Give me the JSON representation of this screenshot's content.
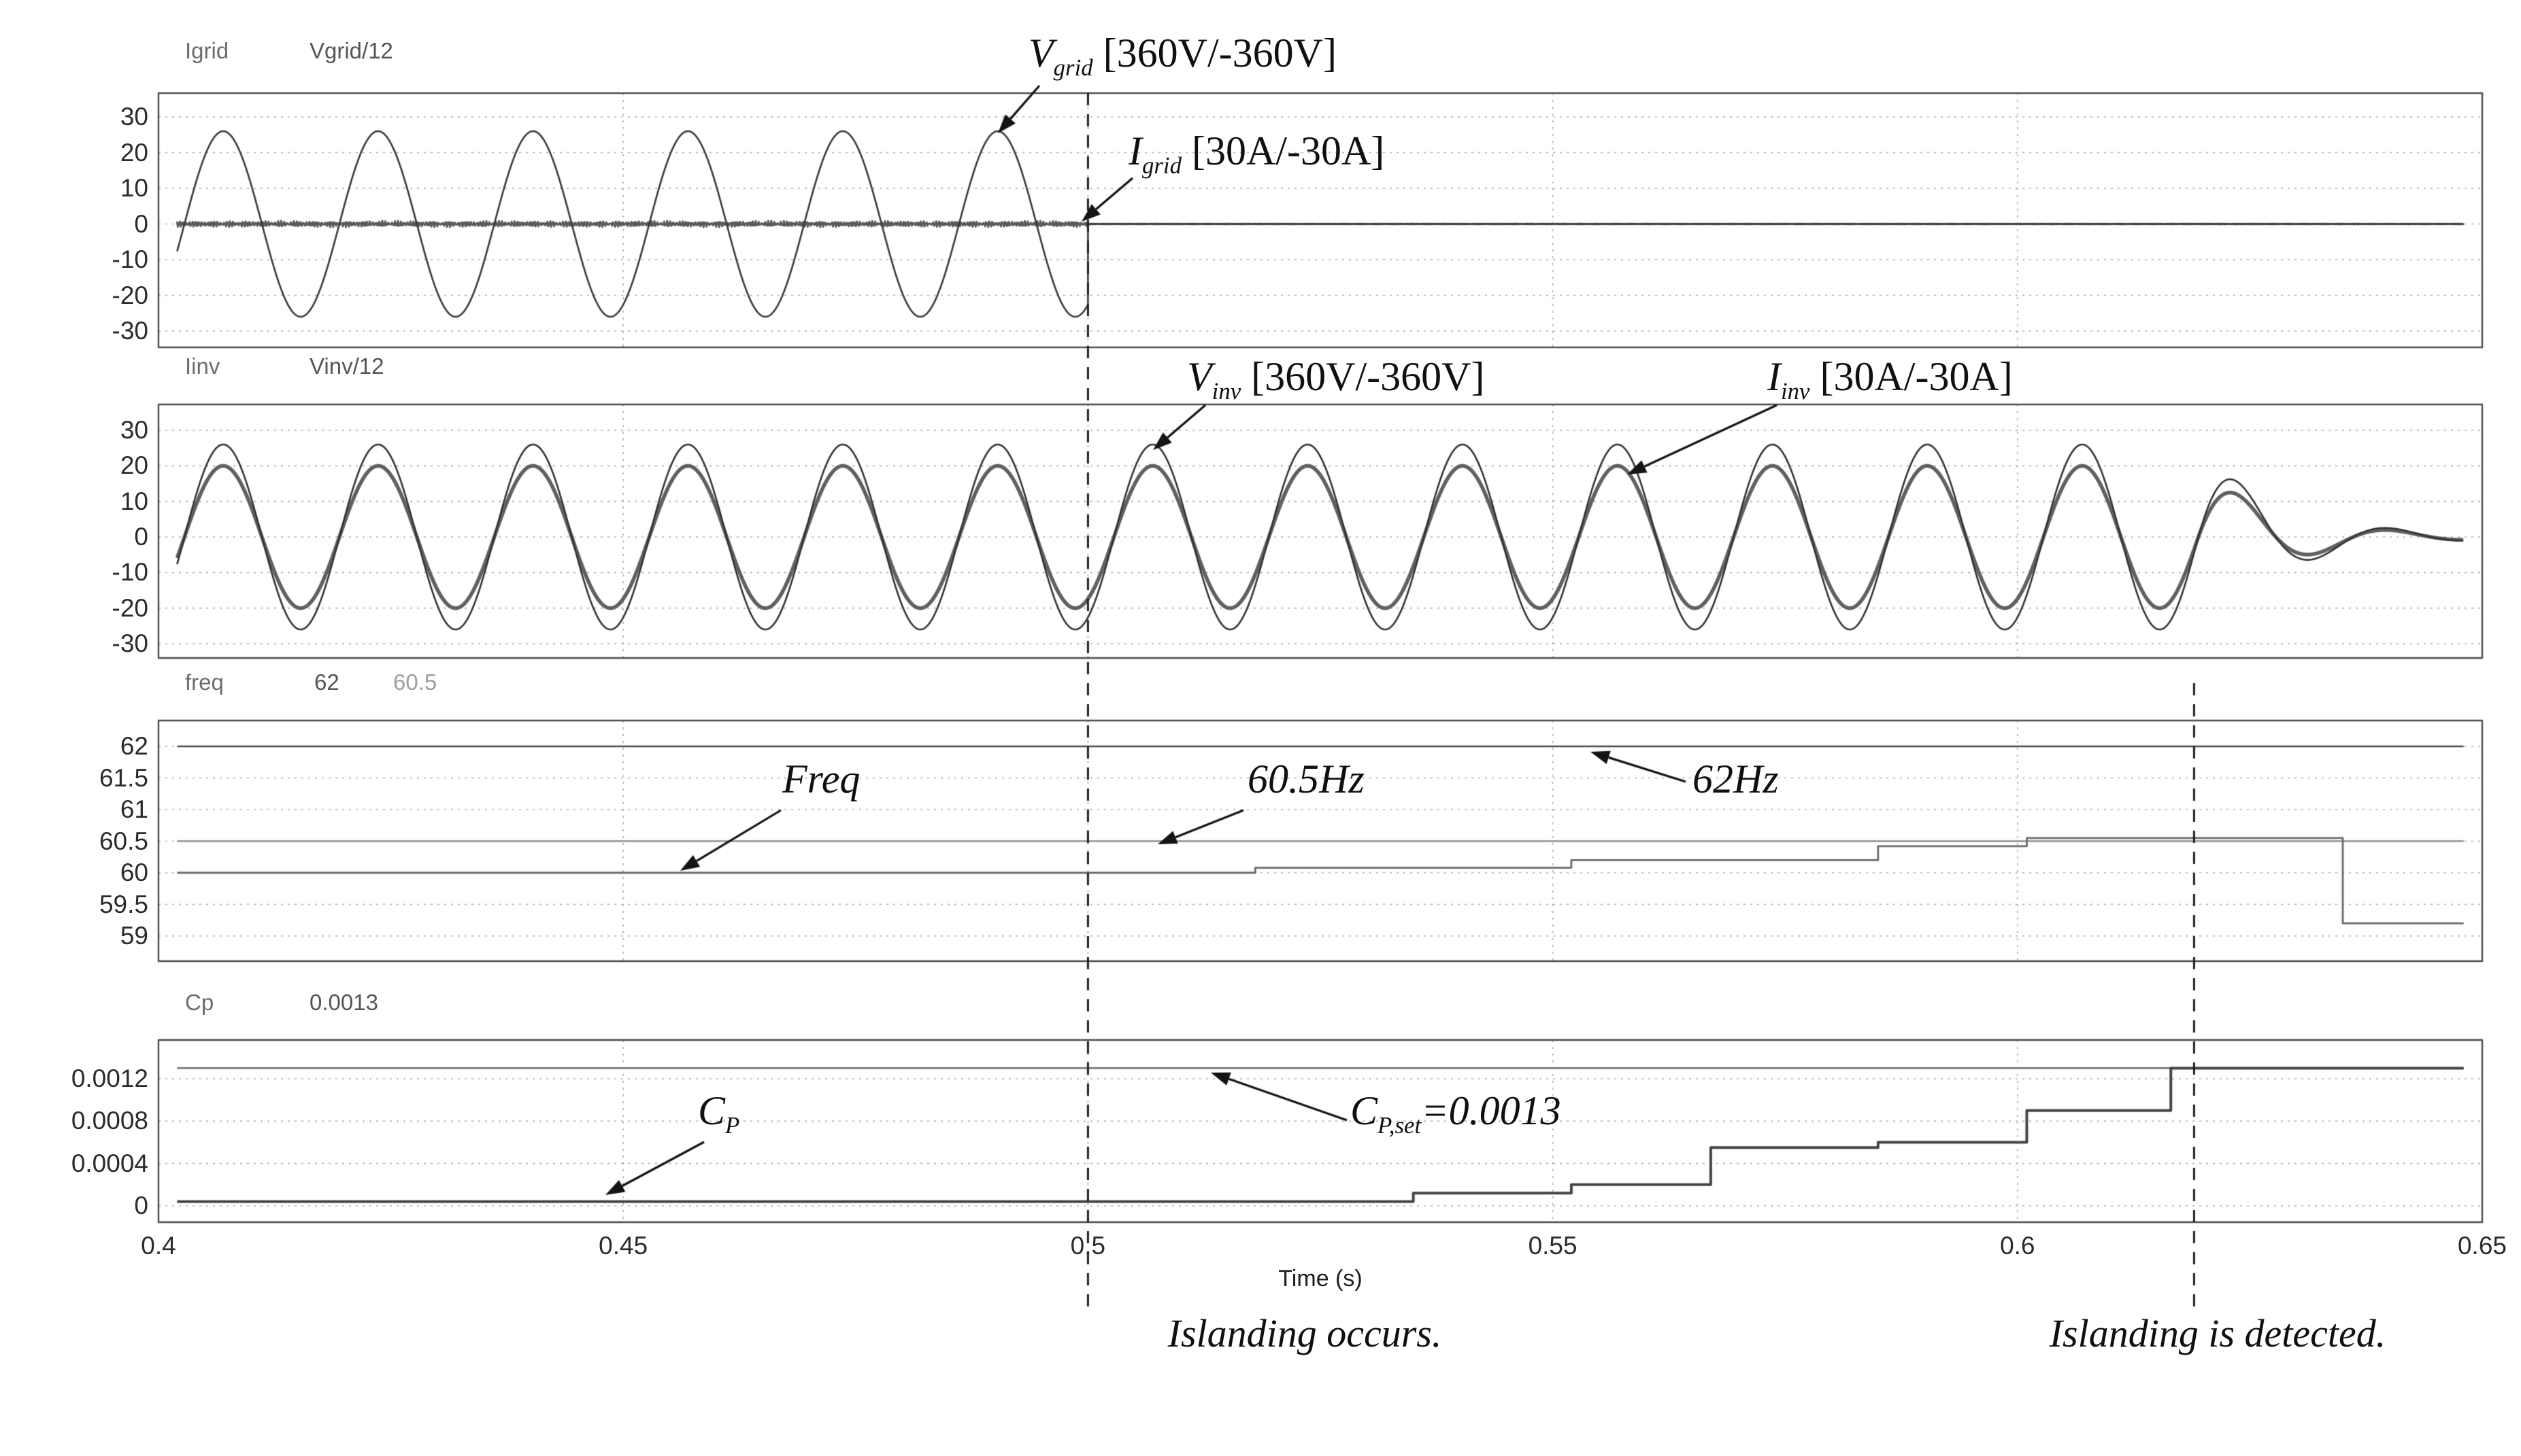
{
  "figure": {
    "x_axis_title": "Time (s)",
    "x_ticks": [
      {
        "label": "0.4",
        "t": 0.4
      },
      {
        "label": "0.45",
        "t": 0.45
      },
      {
        "label": "0.5",
        "t": 0.5
      },
      {
        "label": "0.55",
        "t": 0.55
      },
      {
        "label": "0.6",
        "t": 0.6
      },
      {
        "label": "0.65",
        "t": 0.65
      }
    ],
    "x_gridline_ts": [
      0.45,
      0.5,
      0.55,
      0.6
    ],
    "events": [
      {
        "label": "Islanding occurs.",
        "t": 0.5,
        "span": "full"
      },
      {
        "label": "Islanding is  detected.",
        "t": 0.619,
        "span": "lower"
      }
    ]
  },
  "chart_data": [
    {
      "type": "line",
      "id": "grid-voltage-current",
      "channel_labels": [
        {
          "text": "Igrid",
          "color": "#6e6e6e"
        },
        {
          "text": "Vgrid/12",
          "color": "#555555"
        }
      ],
      "y_ticks": [
        "30",
        "20",
        "10",
        "0",
        "-10",
        "-20",
        "-30"
      ],
      "y_tick_values": [
        30,
        20,
        10,
        0,
        -10,
        -20,
        -30
      ],
      "x_range_s": [
        0.4,
        0.65
      ],
      "series": [
        {
          "name": "Igrid",
          "kind": "noise",
          "mean": 0,
          "segments": [
            {
              "t0": 0.402,
              "t1": 0.5,
              "amp": 0.9
            },
            {
              "t0": 0.5,
              "t1": 0.648,
              "amp": 0.12
            }
          ],
          "color": "#5a5a5a",
          "width": 3
        },
        {
          "name": "Vgrid/12",
          "kind": "sine",
          "amplitude": 26,
          "frequency_hz": 60,
          "phase_rad": 5.23,
          "t_start": 0.402,
          "t_end": 0.5,
          "flat_until": 0.648,
          "color": "#3a3a3a",
          "width": 2.6
        }
      ]
    },
    {
      "type": "line",
      "id": "inverter-voltage-current",
      "channel_labels": [
        {
          "text": "Iinv",
          "color": "#6e6e6e"
        },
        {
          "text": "Vinv/12",
          "color": "#555555"
        }
      ],
      "y_ticks": [
        "30",
        "20",
        "10",
        "0",
        "-10",
        "-20",
        "-30"
      ],
      "y_tick_values": [
        30,
        20,
        10,
        0,
        -10,
        -20,
        -30
      ],
      "x_range_s": [
        0.4,
        0.65
      ],
      "series": [
        {
          "name": "Iinv",
          "kind": "sine",
          "amplitude": 20,
          "frequency_hz": 60,
          "phase_rad": 5.23,
          "t_start": 0.402,
          "t_end": 0.648,
          "decay_t": 0.619,
          "decay_tau": 0.009,
          "color": "#606060",
          "width": 5.5
        },
        {
          "name": "Vinv/12",
          "kind": "sine",
          "amplitude": 26,
          "frequency_hz": 60,
          "phase_rad": 5.23,
          "t_start": 0.402,
          "t_end": 0.648,
          "decay_t": 0.619,
          "decay_tau": 0.009,
          "color": "#333333",
          "width": 2.6
        }
      ]
    },
    {
      "type": "line",
      "id": "frequency",
      "channel_labels": [
        {
          "text": "freq",
          "color": "#6e6e6e"
        },
        {
          "text": "62",
          "color": "#555555"
        },
        {
          "text": "60.5",
          "color": "#9e9e9e"
        }
      ],
      "y_ticks": [
        "62",
        "61.5",
        "61",
        "60.5",
        "60",
        "59.5",
        "59"
      ],
      "y_tick_values": [
        62,
        61.5,
        61,
        60.5,
        60,
        59.5,
        59
      ],
      "x_range_s": [
        0.4,
        0.65
      ],
      "series": [
        {
          "name": "62Hz threshold",
          "kind": "const",
          "value": 62,
          "t_start": 0.402,
          "t_end": 0.648,
          "color": "#4a4a4a",
          "width": 2.6
        },
        {
          "name": "60.5Hz threshold",
          "kind": "const",
          "value": 60.5,
          "t_start": 0.402,
          "t_end": 0.648,
          "color": "#8f8f8f",
          "width": 2.6
        },
        {
          "name": "freq",
          "kind": "steps",
          "points": [
            [
              0.402,
              60.0
            ],
            [
              0.518,
              60.08
            ],
            [
              0.552,
              60.2
            ],
            [
              0.585,
              60.42
            ],
            [
              0.601,
              60.55
            ],
            [
              0.635,
              59.2
            ],
            [
              0.648,
              59.2
            ]
          ],
          "color": "#6a6a6a",
          "width": 2.8
        }
      ]
    },
    {
      "type": "line",
      "id": "cp-perturbation",
      "channel_labels": [
        {
          "text": "Cp",
          "color": "#6e6e6e"
        },
        {
          "text": "0.0013",
          "color": "#555555"
        }
      ],
      "y_ticks": [
        "0.0012",
        "0.0008",
        "0.0004",
        "0"
      ],
      "y_tick_values": [
        0.0012,
        0.0008,
        0.0004,
        0
      ],
      "x_range_s": [
        0.4,
        0.65
      ],
      "series": [
        {
          "name": "Cp,set",
          "kind": "const",
          "value": 0.0013,
          "t_start": 0.402,
          "t_end": 0.648,
          "color": "#777777",
          "width": 2.6
        },
        {
          "name": "Cp",
          "kind": "steps",
          "points": [
            [
              0.402,
              4e-05
            ],
            [
              0.535,
              0.00012
            ],
            [
              0.552,
              0.0002
            ],
            [
              0.567,
              0.00055
            ],
            [
              0.585,
              0.0006
            ],
            [
              0.601,
              0.0009
            ],
            [
              0.6165,
              0.0013
            ],
            [
              0.648,
              0.0013
            ]
          ],
          "color": "#454545",
          "width": 4
        }
      ]
    }
  ],
  "annotations": {
    "callouts": [
      {
        "id": "vgrid",
        "var": "V",
        "sub": "grid",
        "rest": " [360V/-360V]"
      },
      {
        "id": "igrid",
        "var": "I",
        "sub": "grid",
        "rest": " [30A/-30A]"
      },
      {
        "id": "vinv",
        "var": "V",
        "sub": "inv",
        "rest": " [360V/-360V]"
      },
      {
        "id": "iinv",
        "var": "I",
        "sub": "inv",
        "rest": " [30A/-30A]"
      },
      {
        "id": "freq",
        "var": "Freq",
        "sub": "",
        "rest": ""
      },
      {
        "id": "hz605",
        "var": "60.5Hz",
        "sub": "",
        "rest": ""
      },
      {
        "id": "hz62",
        "var": "62Hz",
        "sub": "",
        "rest": ""
      },
      {
        "id": "cp",
        "var": "C",
        "sub": "P",
        "rest": ""
      },
      {
        "id": "cpset",
        "var": "C",
        "sub": "P,set",
        "rest": "=0.0013"
      }
    ]
  }
}
